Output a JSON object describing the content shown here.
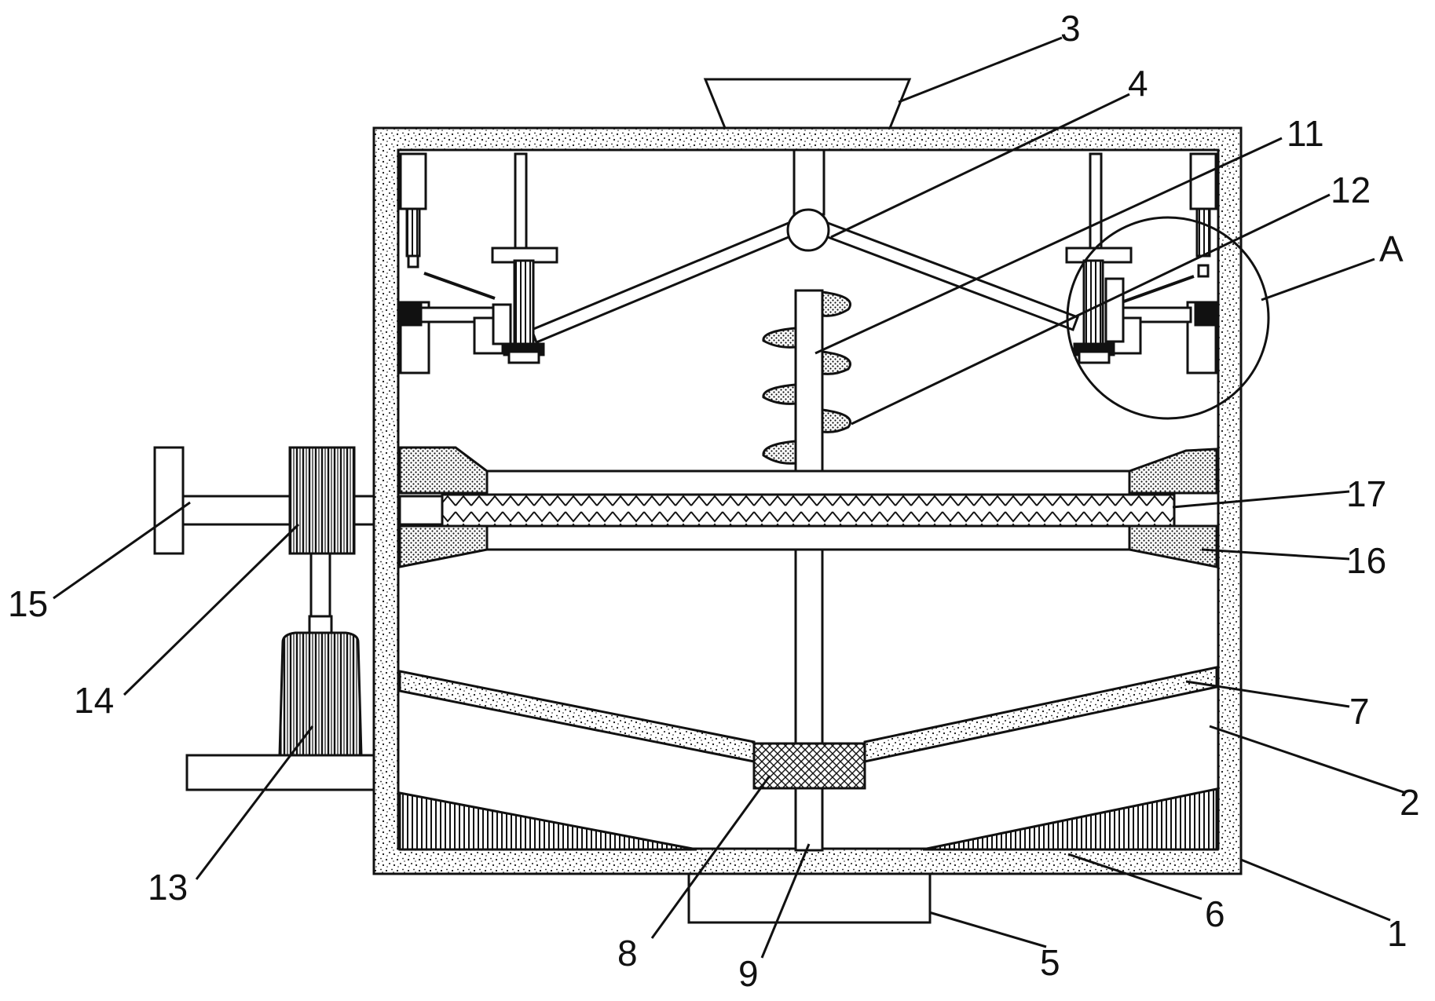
{
  "diagram": {
    "part_labels": {
      "l1": "1",
      "l2": "2",
      "l3": "3",
      "l4": "4",
      "l5": "5",
      "l6": "6",
      "l7": "7",
      "l8": "8",
      "l9": "9",
      "l11": "11",
      "l12": "12",
      "l13": "13",
      "l14": "14",
      "l15": "15",
      "l16": "16",
      "l17": "17",
      "lA": "A"
    }
  },
  "colors": {
    "line": "#111111",
    "fill": "#ffffff",
    "background": "#ffffff"
  }
}
